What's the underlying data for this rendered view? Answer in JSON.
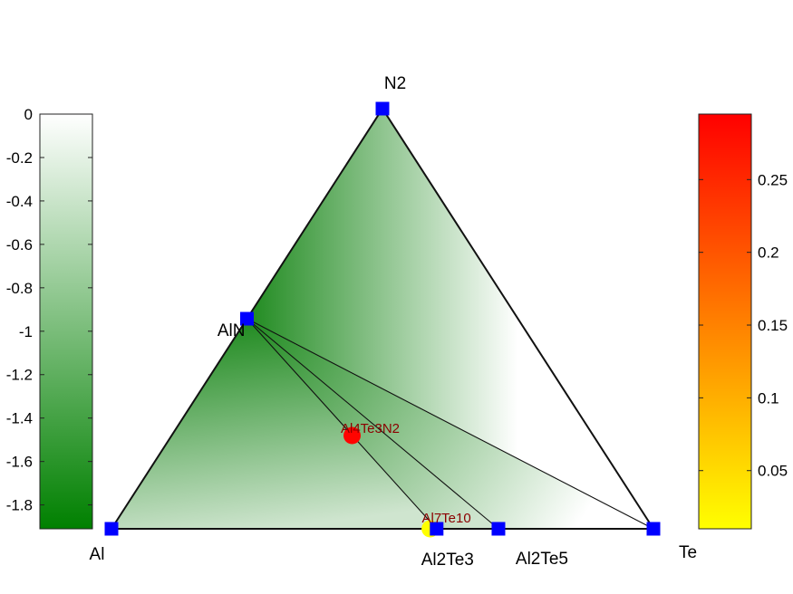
{
  "chart_data": {
    "type": "ternary-phase-diagram",
    "corners": {
      "left": "Al",
      "right": "Te",
      "top": "N2"
    },
    "stable_phases": [
      {
        "name": "Al",
        "frac_N2": 0.0,
        "frac_Te": 0.0
      },
      {
        "name": "Te",
        "frac_N2": 0.0,
        "frac_Te": 1.0
      },
      {
        "name": "N2",
        "frac_N2": 1.0,
        "frac_Te": 0.0
      },
      {
        "name": "AlN",
        "frac_N2": 0.5,
        "frac_Te": 0.0
      },
      {
        "name": "Al2Te3",
        "frac_N2": 0.0,
        "frac_Te": 0.6
      },
      {
        "name": "Al2Te5",
        "frac_N2": 0.0,
        "frac_Te": 0.714
      }
    ],
    "unstable_phases": [
      {
        "name": "Al4Te3N2",
        "frac_N2": 0.222,
        "frac_Te": 0.333,
        "e_above_hull": 0.29
      },
      {
        "name": "Al7Te10",
        "frac_N2": 0.0,
        "frac_Te": 0.588,
        "e_above_hull": 0.01
      }
    ],
    "tie_lines": [
      [
        "Al",
        "Te"
      ],
      [
        "Al",
        "N2"
      ],
      [
        "N2",
        "Te"
      ],
      [
        "AlN",
        "Al2Te3"
      ],
      [
        "AlN",
        "Al2Te5"
      ],
      [
        "AlN",
        "Te"
      ]
    ],
    "formation_energy_colorbar": {
      "ticks": [
        "0",
        "-0.2",
        "-0.4",
        "-0.6",
        "-0.8",
        "-1",
        "-1.2",
        "-1.4",
        "-1.6",
        "-1.8"
      ],
      "values": [
        0,
        -0.2,
        -0.4,
        -0.6,
        -0.8,
        -1.0,
        -1.2,
        -1.4,
        -1.6,
        -1.8
      ],
      "range": [
        -1.91,
        0
      ],
      "colors": [
        "#ffffff",
        "#008000"
      ]
    },
    "e_above_hull_colorbar": {
      "ticks": [
        "0.05",
        "0.1",
        "0.15",
        "0.2",
        "0.25"
      ],
      "values": [
        0.05,
        0.1,
        0.15,
        0.2,
        0.25
      ],
      "range": [
        0.01,
        0.295
      ],
      "colors": [
        "#ffff00",
        "#ff0000"
      ]
    },
    "colors": {
      "stable_marker": "#0000ff",
      "unstable_label": "#8b0000"
    }
  }
}
